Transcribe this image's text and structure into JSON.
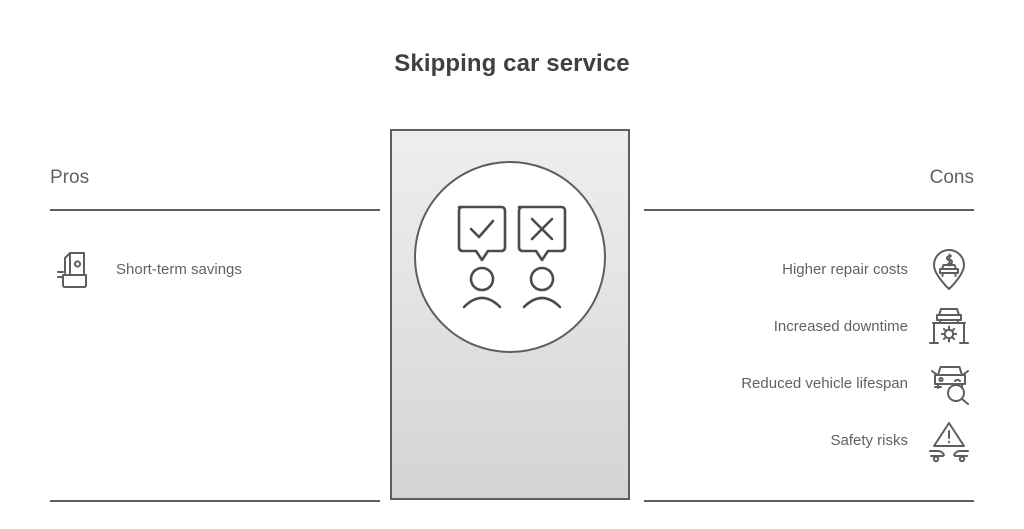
{
  "title": "Skipping car service",
  "colors": {
    "text_dark": "#3f4044",
    "text_body": "#5f6368",
    "line": "#5c5e62",
    "panel_top": "#eeeeef",
    "panel_bottom": "#d4d4d5",
    "circle_fill": "#ffffff",
    "page_background": "#ffffff"
  },
  "pros": {
    "heading": "Pros",
    "items": [
      {
        "label": "Short-term savings",
        "icon": "cash-wallet-icon"
      }
    ]
  },
  "cons": {
    "heading": "Cons",
    "items": [
      {
        "label": "Higher repair costs",
        "icon": "car-cost-pin-icon"
      },
      {
        "label": "Increased downtime",
        "icon": "car-lift-gear-icon"
      },
      {
        "label": "Reduced vehicle lifespan",
        "icon": "car-magnifier-icon"
      },
      {
        "label": "Safety risks",
        "icon": "crash-warning-icon"
      }
    ]
  },
  "center": {
    "icon": "pros-cons-people-icon",
    "bubbles": [
      {
        "symbol": "check"
      },
      {
        "symbol": "cross"
      }
    ]
  }
}
